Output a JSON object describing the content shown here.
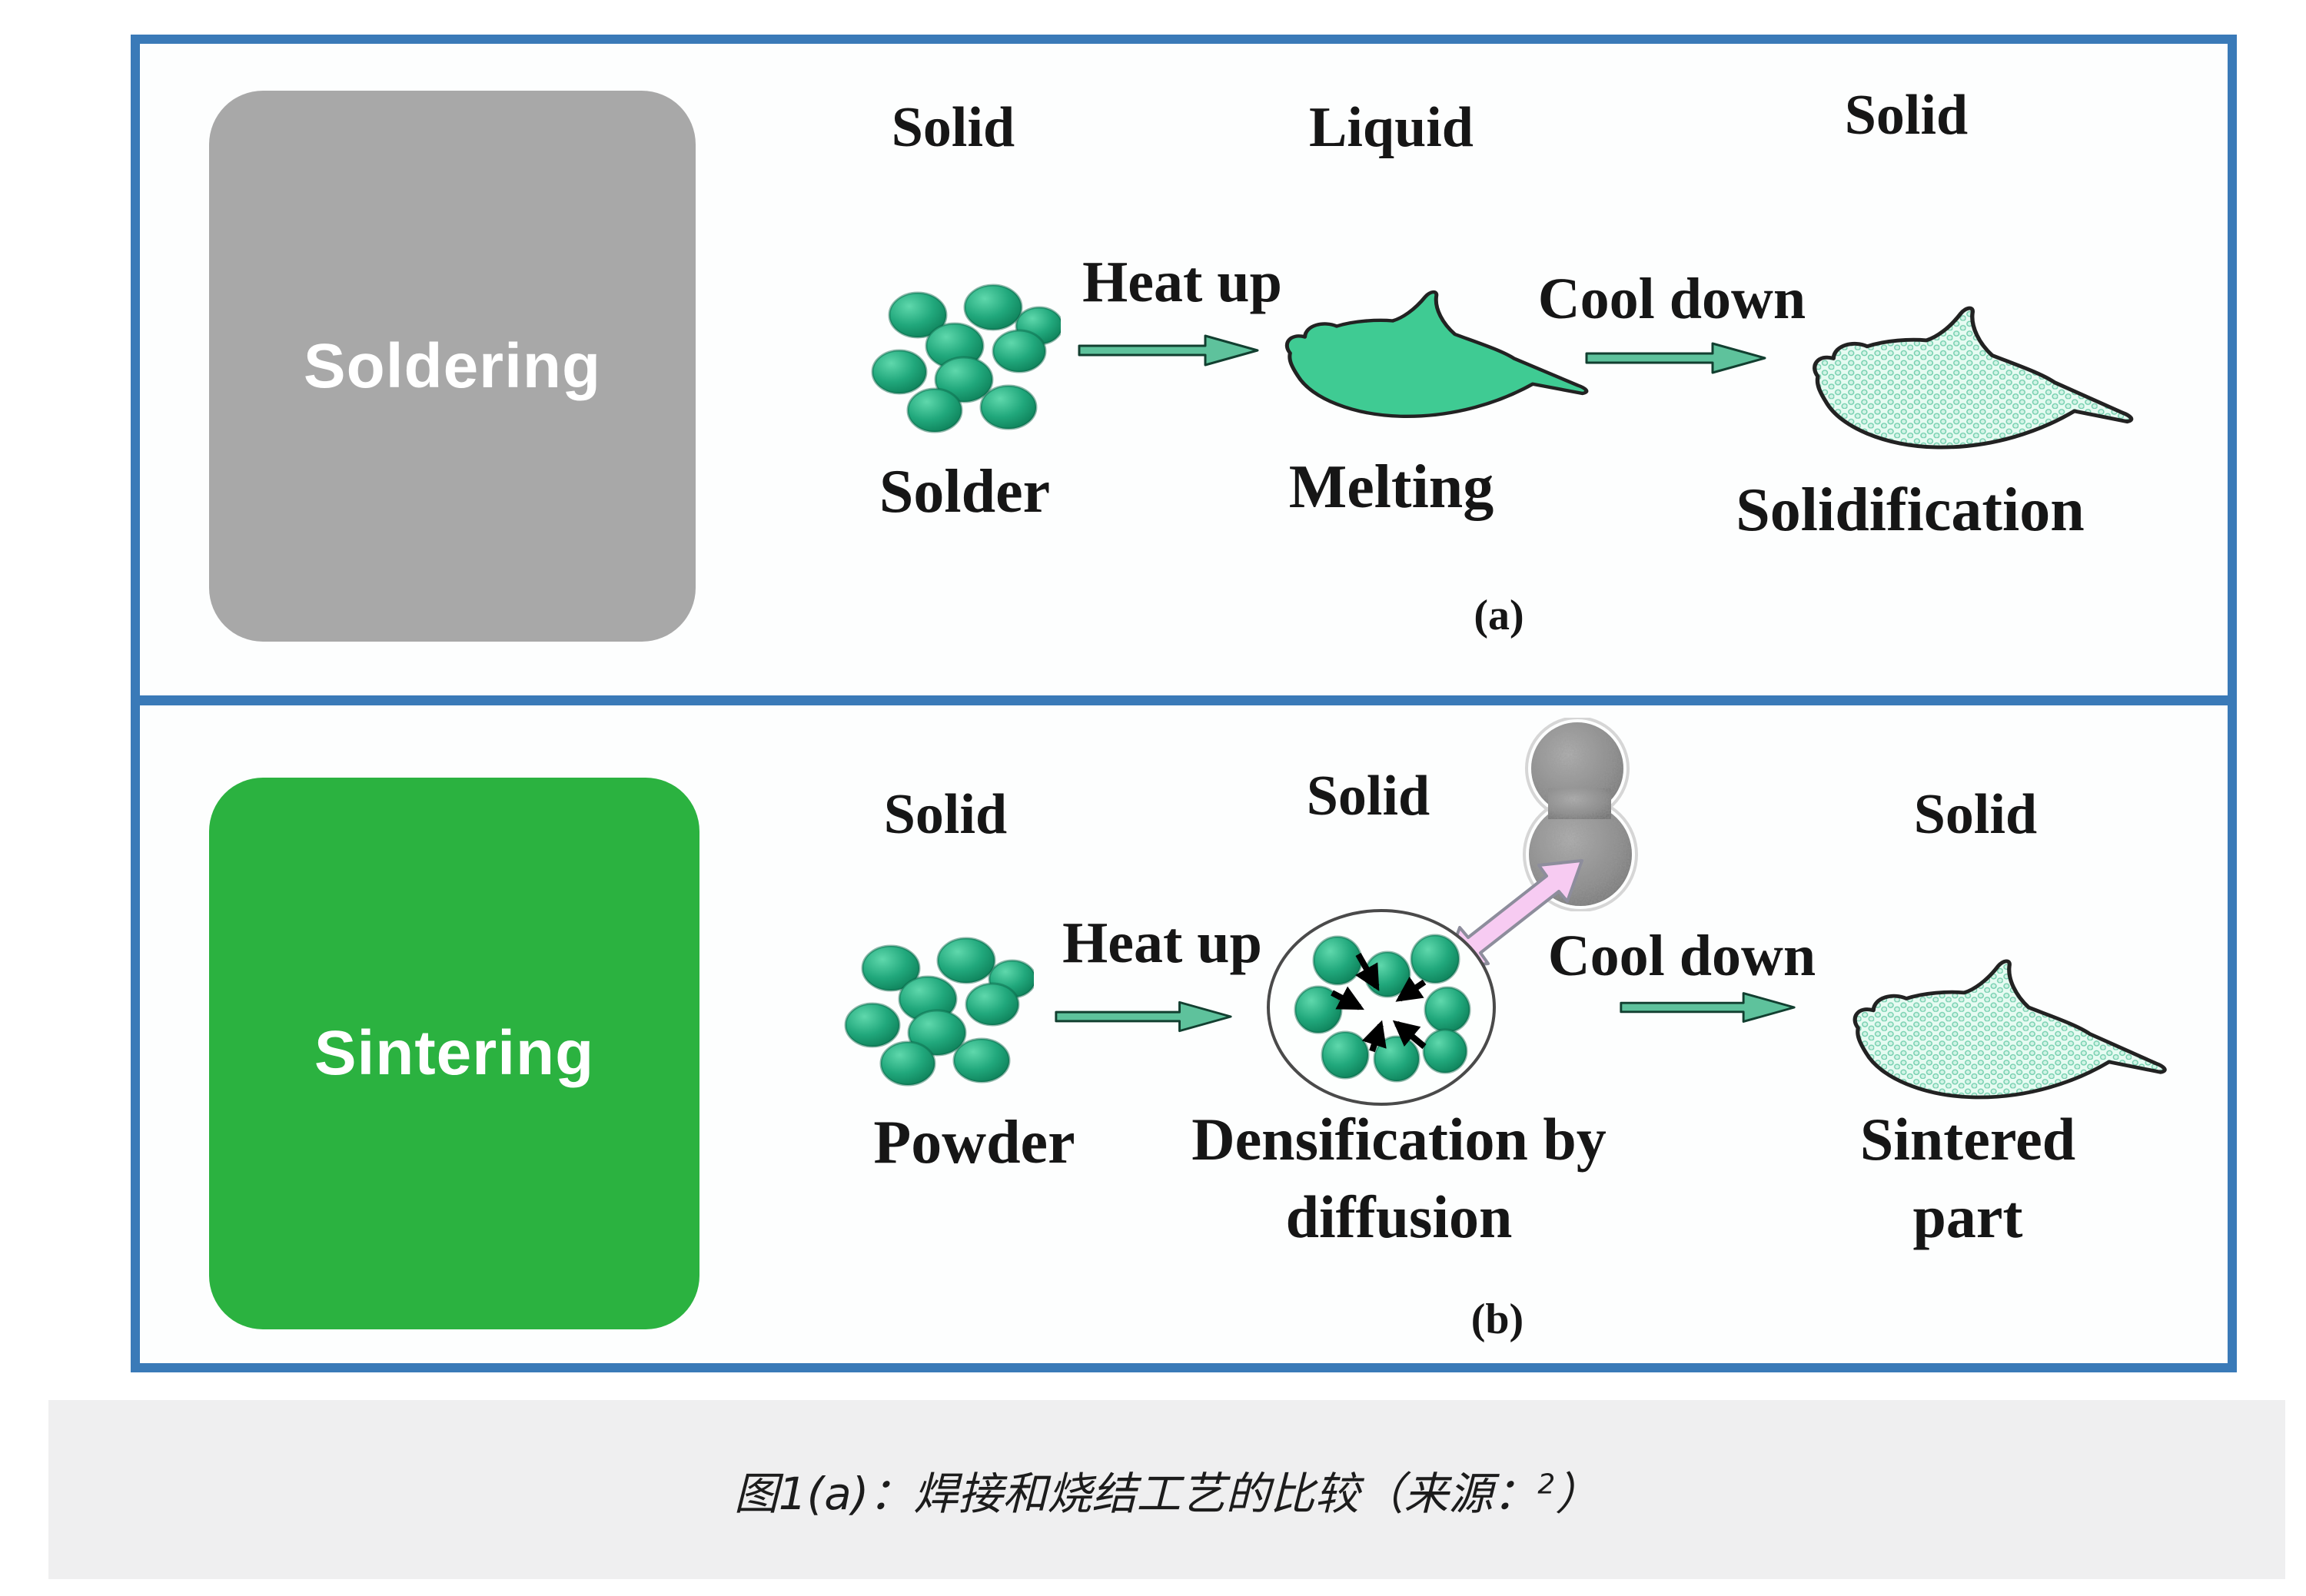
{
  "colors": {
    "frame_border": "#3a7ab8",
    "soldering_box": "#a8a8a8",
    "sintering_box": "#2bb240",
    "caption_background": "#efeff0",
    "particle_green": "#21a87c",
    "arrow_green": "#5ec29c",
    "melt_green": "#3fcb93",
    "solidified_fill": "#e7fbf2",
    "pink_arrow": "#f7cbf2"
  },
  "panel_a": {
    "process_label": "Soldering",
    "sublabel": "(a)",
    "states": [
      "Solid",
      "Liquid",
      "Solid"
    ],
    "arrows": [
      "Heat up",
      "Cool down"
    ],
    "steps": [
      "Solder",
      "Melting",
      "Solidification"
    ]
  },
  "panel_b": {
    "process_label": "Sintering",
    "sublabel": "(b)",
    "states": [
      "Solid",
      "Solid",
      "Solid"
    ],
    "arrows": [
      "Heat up",
      "Cool down"
    ],
    "steps": [
      "Powder",
      "Densification by diffusion",
      "Sintered part"
    ]
  },
  "caption": {
    "text": "图1(a)：焊接和烧结工艺的比较（来源：",
    "superscript": "2",
    "suffix": "）"
  }
}
